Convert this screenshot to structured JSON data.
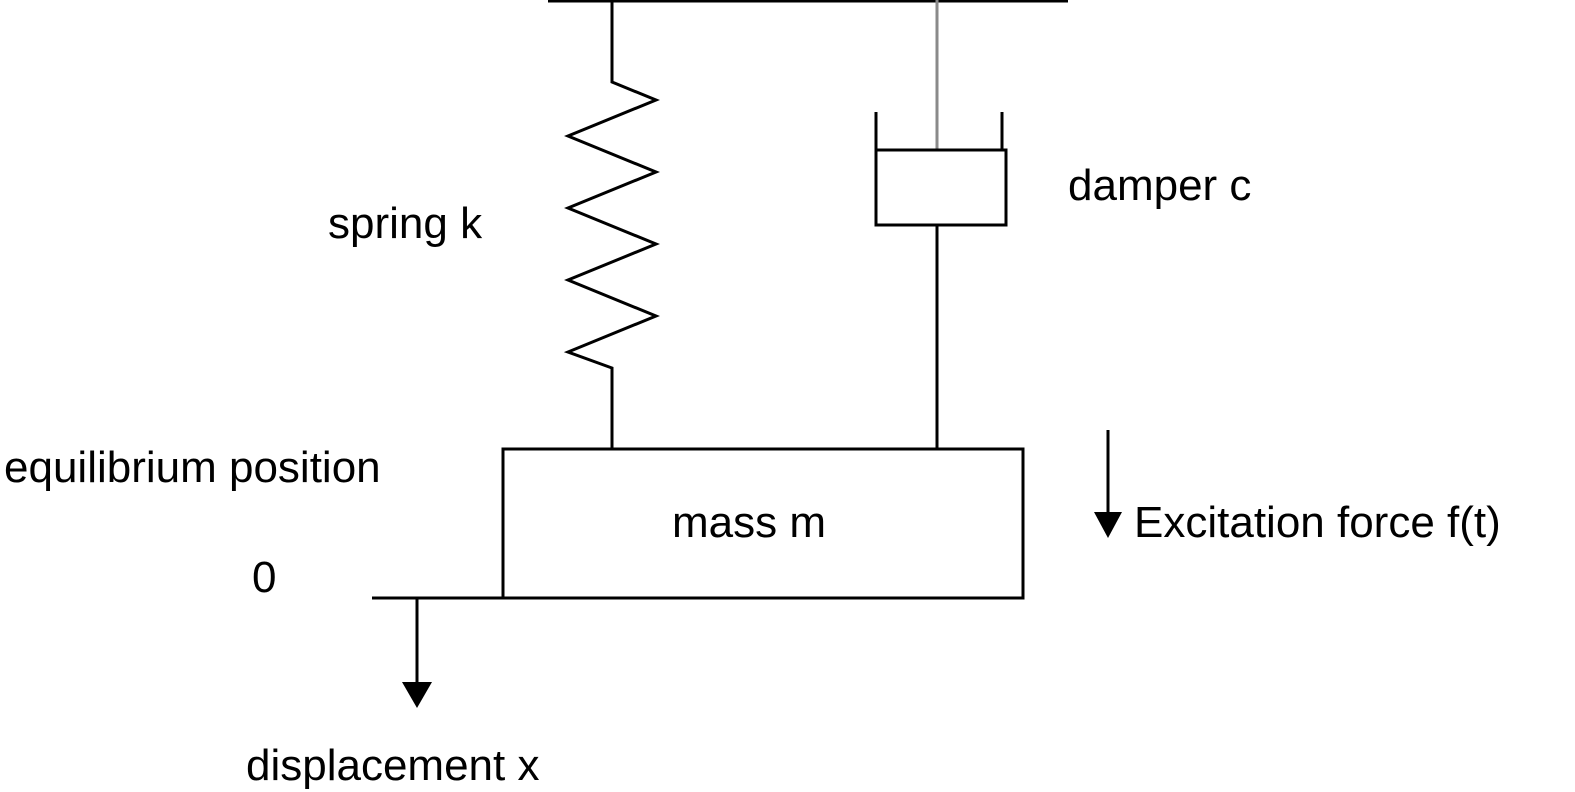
{
  "labels": {
    "spring": "spring k",
    "damper": "damper c",
    "equilibrium": "equilibrium position",
    "mass": "mass m",
    "force": "Excitation force f(t)",
    "zero": "0",
    "displacement": "displacement x"
  },
  "colors": {
    "line": "#000000",
    "damper_rod_top": "#8a8a8a",
    "background": "#ffffff"
  },
  "icons": {
    "force_arrow": "arrow-down-icon",
    "displacement_arrow": "arrow-down-icon"
  }
}
